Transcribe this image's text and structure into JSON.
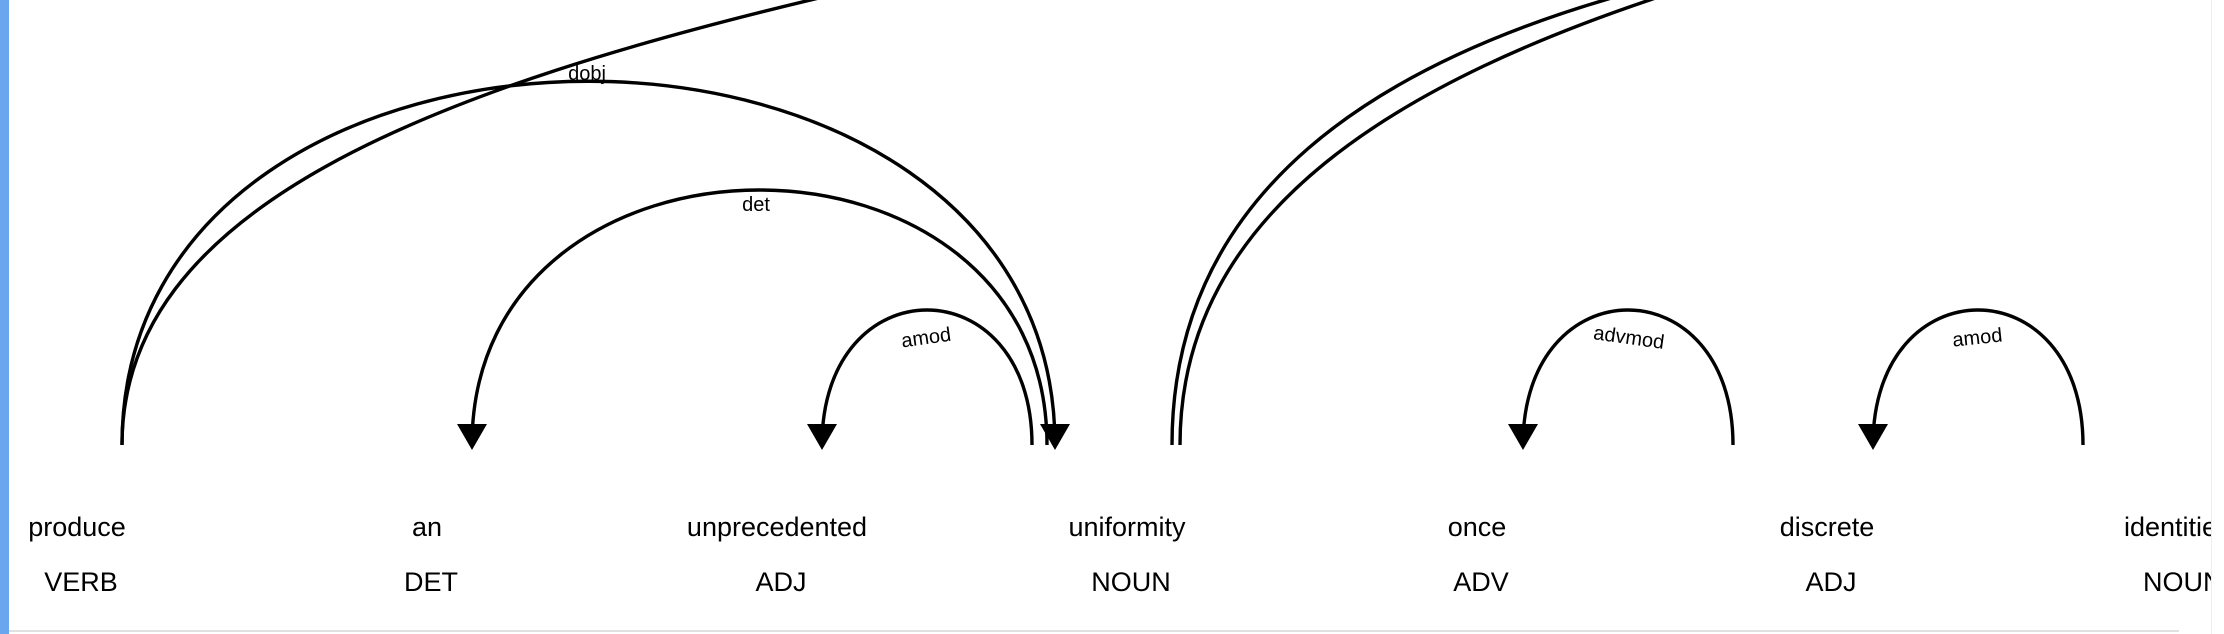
{
  "diagram": {
    "tokens": [
      {
        "text": "produce",
        "tag": "VERB"
      },
      {
        "text": "an",
        "tag": "DET"
      },
      {
        "text": "unprecedented",
        "tag": "ADJ"
      },
      {
        "text": "uniformity",
        "tag": "NOUN"
      },
      {
        "text": "once",
        "tag": "ADV"
      },
      {
        "text": "discrete",
        "tag": "ADJ"
      },
      {
        "text": "identities",
        "tag": "NOUN"
      }
    ],
    "arcs": [
      {
        "label": "dobj",
        "from": "produce",
        "to": "uniformity"
      },
      {
        "label": "det",
        "from": "uniformity",
        "to": "an"
      },
      {
        "label": "amod",
        "from": "uniformity",
        "to": "unprecedented"
      },
      {
        "label": "advmod",
        "from": "discrete",
        "to": "once"
      },
      {
        "label": "amod",
        "from": "identities",
        "to": "discrete"
      }
    ]
  }
}
